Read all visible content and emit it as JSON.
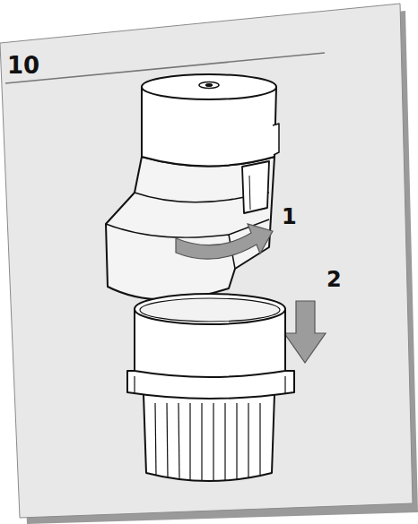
{
  "diagram": {
    "labels": [
      "10",
      "1",
      "2"
    ]
  }
}
